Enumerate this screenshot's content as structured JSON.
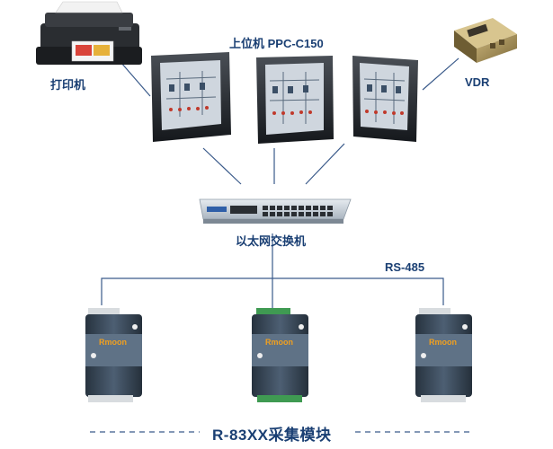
{
  "labels": {
    "printer": "打印机",
    "host": "上位机 PPC-C150",
    "vdr": "VDR",
    "switch": "以太网交换机",
    "bus": "RS-485",
    "modules": "R-83XX采集模块"
  },
  "module_brand": "Rmoon",
  "colors": {
    "label": "#1a3f73",
    "line": "#3a5a8a",
    "module_body": "#3a4c60",
    "module_front": "#5f7286",
    "terminal_gray": "#d8dcdf",
    "terminal_green": "#3f9a52",
    "switch_body": "#cbd4dd"
  }
}
